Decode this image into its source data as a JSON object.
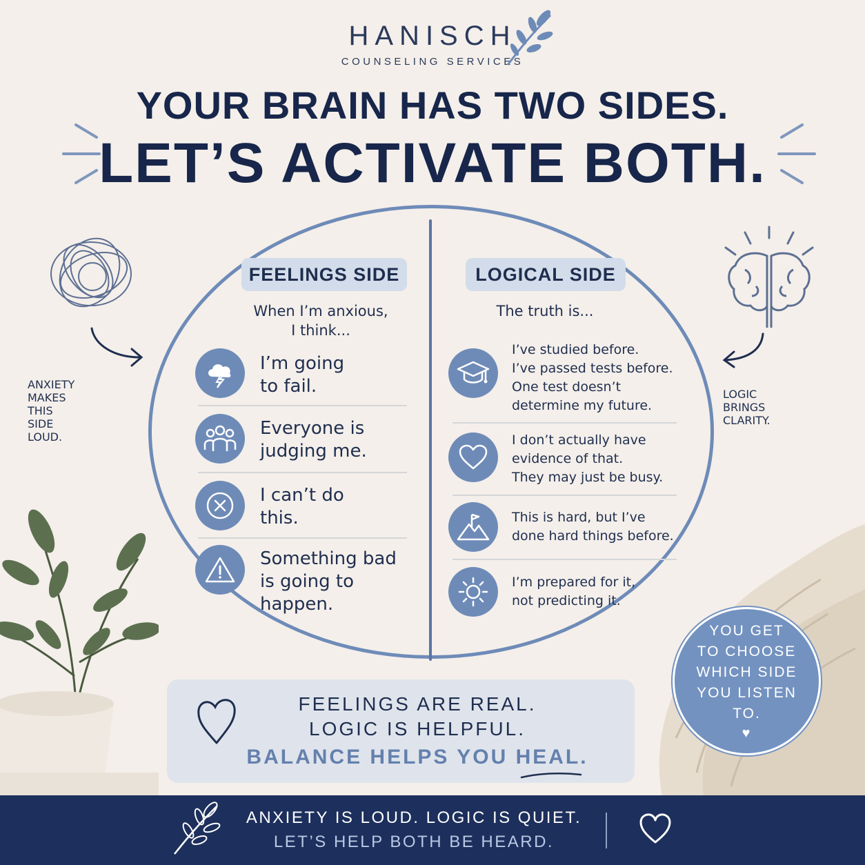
{
  "brand": {
    "name": "HANISCH",
    "subtitle": "COUNSELING SERVICES"
  },
  "headline": {
    "line1": "YOUR BRAIN HAS TWO SIDES.",
    "line2": "LET’S ACTIVATE BOTH."
  },
  "left_label": [
    "ANXIETY",
    "MAKES",
    "THIS",
    "SIDE",
    "LOUD."
  ],
  "right_label": [
    "LOGIC",
    "BRINGS",
    "CLARITY."
  ],
  "feelings": {
    "label": "FEELINGS SIDE",
    "intro": [
      "When I’m anxious,",
      "I think..."
    ],
    "items": [
      {
        "icon": "storm-cloud-icon",
        "lines": [
          "I’m going",
          "to fail."
        ]
      },
      {
        "icon": "people-icon",
        "lines": [
          "Everyone is",
          "judging me."
        ]
      },
      {
        "icon": "x-circle-icon",
        "lines": [
          "I can’t do",
          "this."
        ]
      },
      {
        "icon": "warning-icon",
        "lines": [
          "Something bad",
          "is going to",
          "happen."
        ]
      }
    ]
  },
  "logical": {
    "label": "LOGICAL SIDE",
    "intro": "The truth is...",
    "items": [
      {
        "icon": "graduation-cap-icon",
        "lines": [
          "I’ve studied before.",
          "I’ve passed tests before.",
          "One test doesn’t",
          "determine my future."
        ]
      },
      {
        "icon": "heart-icon",
        "lines": [
          "I don’t actually have",
          "evidence of that.",
          "They may just be busy."
        ]
      },
      {
        "icon": "mountain-flag-icon",
        "lines": [
          "This is hard, but I’ve",
          "done hard things before."
        ]
      },
      {
        "icon": "sun-icon",
        "lines": [
          "I’m prepared for it,",
          "not predicting it."
        ]
      }
    ]
  },
  "choose": {
    "lines": [
      "YOU GET",
      "TO CHOOSE",
      "WHICH SIDE",
      "YOU LISTEN",
      "TO."
    ],
    "heart": "♥"
  },
  "balance": {
    "line1": "FEELINGS ARE REAL.",
    "line2": "LOGIC IS HELPFUL.",
    "line3": "BALANCE HELPS YOU HEAL."
  },
  "footer": {
    "line1": "ANXIETY IS LOUD. LOGIC IS QUIET.",
    "line2": "LET’S HELP BOTH BE HEARD."
  },
  "colors": {
    "navy": "#1d2f5c",
    "accent_blue": "#6e8bb8",
    "background": "#f4efea",
    "pill": "#d3dcea"
  }
}
